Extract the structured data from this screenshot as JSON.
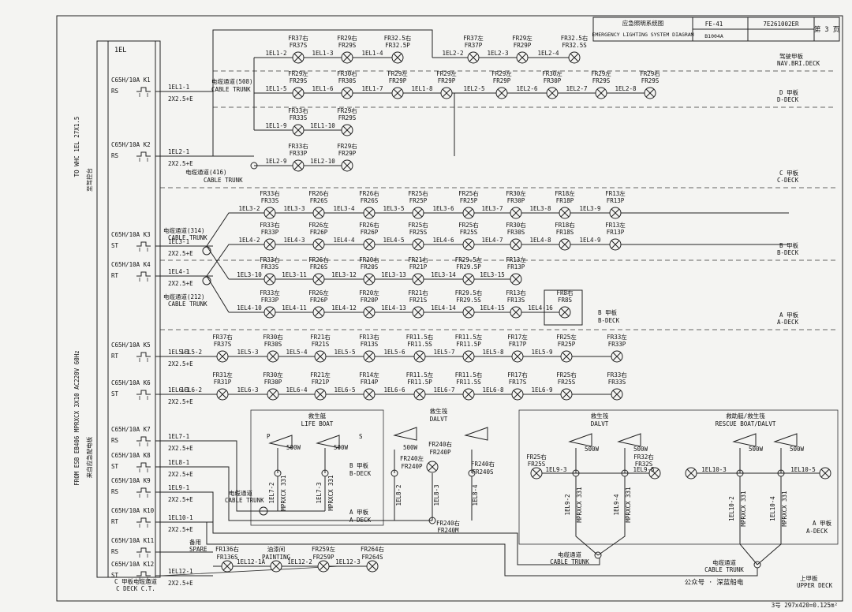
{
  "title_block": {
    "title_cn": "应急照明系统图",
    "title_en": "EMERGENCY LIGHTING SYSTEM DIAGRAM",
    "drawing_no": "FE-41",
    "doc_no": "7E261002ER",
    "sub_no": "B1004A",
    "page": "第 3 页",
    "sheet_note": "3号 297x420=0.125m²"
  },
  "panel": {
    "label": "1EL",
    "bus_label": "C 甲板电缆通道",
    "bus_label_en": "C DECK C.T."
  },
  "feeders": {
    "left_top": "TO WHC 1EL 27X1.5",
    "left_top_cn": "至驾控台",
    "left_bottom": "FROM ESB EB406 MPRXCX 3X10 AC220V 60Hz",
    "left_bottom_cn": "来自应急配电板"
  },
  "breakers": [
    {
      "rating": "C65H/10A",
      "id": "K1",
      "phase": "RS",
      "circuit": "1EL1-1",
      "cable": "2X2.5+E"
    },
    {
      "rating": "C65H/10A",
      "id": "K2",
      "phase": "RS",
      "circuit": "1EL2-1",
      "cable": "2X2.5+E"
    },
    {
      "rating": "C65H/10A",
      "id": "K3",
      "phase": "ST",
      "circuit": "1EL3-1",
      "cable": "2X2.5+E"
    },
    {
      "rating": "C65H/10A",
      "id": "K4",
      "phase": "RT",
      "circuit": "1EL4-1",
      "cable": "2X2.5+E"
    },
    {
      "rating": "C65H/10A",
      "id": "K5",
      "phase": "RT",
      "circuit": "1EL5-1",
      "cable": "2X2.5+E"
    },
    {
      "rating": "C65H/10A",
      "id": "K6",
      "phase": "ST",
      "circuit": "1EL6-1",
      "cable": "2X2.5+E"
    },
    {
      "rating": "C65H/10A",
      "id": "K7",
      "phase": "RS",
      "circuit": "1EL7-1",
      "cable": "2X2.5+E"
    },
    {
      "rating": "C65H/10A",
      "id": "K8",
      "phase": "ST",
      "circuit": "1EL8-1",
      "cable": "2X2.5+E"
    },
    {
      "rating": "C65H/10A",
      "id": "K9",
      "phase": "RS",
      "circuit": "1EL9-1",
      "cable": "2X2.5+E"
    },
    {
      "rating": "C65H/10A",
      "id": "K10",
      "phase": "RT",
      "circuit": "1EL10-1",
      "cable": "2X2.5+E"
    },
    {
      "rating": "C65H/10A",
      "id": "K11",
      "phase": "RS",
      "circuit": "",
      "cable": ""
    },
    {
      "rating": "C65H/10A",
      "id": "K12",
      "phase": "ST",
      "circuit": "1EL12-1",
      "cable": "2X2.5+E"
    }
  ],
  "deck_labels": [
    {
      "cn": "驾驶甲板",
      "en": "NAV.BRI.DECK"
    },
    {
      "cn": "D 甲板",
      "en": "D-DECK"
    },
    {
      "cn": "C 甲板",
      "en": "C-DECK"
    },
    {
      "cn": "B 甲板",
      "en": "B-DECK"
    },
    {
      "cn": "A 甲板",
      "en": "A-DECK"
    },
    {
      "cn": "B 甲板",
      "en": "B-DECK"
    },
    {
      "cn": "B 甲板",
      "en": "B-DECK"
    },
    {
      "cn": "A 甲板",
      "en": "A-DECK"
    },
    {
      "cn": "A 甲板",
      "en": "A-DECK"
    },
    {
      "cn": "上甲板",
      "en": "UPPER DECK"
    }
  ],
  "trunks": [
    {
      "cn": "电缆通道(508)",
      "en": "CABLE TRUNK"
    },
    {
      "cn": "电缆通道(416)",
      "en": "CABLE TRUNK"
    },
    {
      "cn": "电缆通道(314)",
      "en": "CABLE TRUNK"
    },
    {
      "cn": "电缆通道(212)",
      "en": "CABLE TRUNK"
    },
    {
      "cn": "电缆通道",
      "en": "CABLE TRUNK"
    },
    {
      "cn": "电缆通道",
      "en": "CABLE TRUNK"
    },
    {
      "cn": "电缆通道",
      "en": "CABLE TRUNK"
    }
  ],
  "lamp_rows": [
    {
      "lamps": [
        [
          "FR37右",
          "FR37S"
        ],
        [
          "FR29右",
          "FR29S"
        ],
        [
          "FR32.5右",
          "FR32.5P"
        ],
        [
          "FR37左",
          "FR37P"
        ],
        [
          "FR29左",
          "FR29P"
        ],
        [
          "FR32.5右",
          "FR32.5S"
        ]
      ],
      "segs": [
        "1EL1-2",
        "1EL1-3",
        "1EL1-4",
        "1EL2-2",
        "1EL2-3",
        "1EL2-4"
      ]
    },
    {
      "lamps": [
        [
          "FR29左",
          "FR29S"
        ],
        [
          "FR30右",
          "FR30S"
        ],
        [
          "FR29左",
          "FR29P"
        ],
        [
          "FR29左",
          "FR29P"
        ],
        [
          "FR29左",
          "FR29P"
        ],
        [
          "FR30左",
          "FR30P"
        ],
        [
          "FR29左",
          "FR29S"
        ],
        [
          "FR29右",
          "FR29S"
        ]
      ],
      "segs": [
        "1EL1-5",
        "1EL1-6",
        "1EL1-7",
        "1EL1-8",
        "1EL2-5",
        "1EL2-6",
        "1EL2-7",
        "1EL2-8"
      ]
    },
    {
      "lamps": [
        [
          "FR33右",
          "FR33S"
        ],
        [
          "FR29右",
          "FR29S"
        ]
      ],
      "segs": [
        "1EL1-9",
        "1EL1-10"
      ]
    },
    {
      "lamps": [
        [
          "FR33右",
          "FR33P"
        ],
        [
          "FR29右",
          "FR29P"
        ]
      ],
      "segs": [
        "1EL2-9",
        "1EL2-10"
      ]
    },
    {
      "lamps": [
        [
          "FR33右",
          "FR33S"
        ],
        [
          "FR26右",
          "FR26S"
        ],
        [
          "FR26右",
          "FR26S"
        ],
        [
          "FR25右",
          "FR25P"
        ],
        [
          "FR25右",
          "FR25P"
        ],
        [
          "FR30左",
          "FR30P"
        ],
        [
          "FR18左",
          "FR18P"
        ],
        [
          "FR13左",
          "FR13P"
        ]
      ],
      "segs": [
        "1EL3-2",
        "1EL3-3",
        "1EL3-4",
        "1EL3-5",
        "1EL3-6",
        "1EL3-7",
        "1EL3-8",
        "1EL3-9"
      ]
    },
    {
      "lamps": [
        [
          "FR33右",
          "FR33P"
        ],
        [
          "FR26左",
          "FR26P"
        ],
        [
          "FR26右",
          "FR26P"
        ],
        [
          "FR25右",
          "FR25S"
        ],
        [
          "FR25右",
          "FR25S"
        ],
        [
          "FR30右",
          "FR30S"
        ],
        [
          "FR18右",
          "FR18S"
        ],
        [
          "FR13左",
          "FR13P"
        ]
      ],
      "segs": [
        "1EL4-2",
        "1EL4-3",
        "1EL4-4",
        "1EL4-5",
        "1EL4-6",
        "1EL4-7",
        "1EL4-8",
        "1EL4-9"
      ]
    },
    {
      "lamps": [
        [
          "FR33右",
          "FR33S"
        ],
        [
          "FR26右",
          "FR26S"
        ],
        [
          "FR20右",
          "FR20S"
        ],
        [
          "FR21右",
          "FR21P"
        ],
        [
          "FR29.5左",
          "FR29.5P"
        ],
        [
          "FR13左",
          "FR13P"
        ]
      ],
      "segs": [
        "1EL3-10",
        "1EL3-11",
        "1EL3-12",
        "1EL3-13",
        "1EL3-14",
        "1EL3-15"
      ]
    },
    {
      "lamps": [
        [
          "FR33左",
          "FR33P"
        ],
        [
          "FR26左",
          "FR26P"
        ],
        [
          "FR20左",
          "FR20P"
        ],
        [
          "FR21右",
          "FR21S"
        ],
        [
          "FR29.5右",
          "FR29.5S"
        ],
        [
          "FR13右",
          "FR13S"
        ],
        [
          "FR8右",
          "FR8S"
        ]
      ],
      "segs": [
        "1EL4-10",
        "1EL4-11",
        "1EL4-12",
        "1EL4-13",
        "1EL4-14",
        "1EL4-15",
        "1EL4-16"
      ]
    },
    {
      "lamps": [
        [
          "FR37右",
          "FR37S"
        ],
        [
          "FR30右",
          "FR30S"
        ],
        [
          "FR21右",
          "FR21S"
        ],
        [
          "FR13右",
          "FR13S"
        ],
        [
          "FR11.5右",
          "FR11.5S"
        ],
        [
          "FR11.5左",
          "FR11.5P"
        ],
        [
          "FR17左",
          "FR17P"
        ],
        [
          "FR25左",
          "FR25P"
        ],
        [
          "FR33左",
          "FR33P"
        ]
      ],
      "segs": [
        "1EL5-2",
        "1EL5-3",
        "1EL5-4",
        "1EL5-5",
        "1EL5-6",
        "1EL5-7",
        "1EL5-8",
        "1EL5-9"
      ]
    },
    {
      "lamps": [
        [
          "FR31左",
          "FR31P"
        ],
        [
          "FR30左",
          "FR30P"
        ],
        [
          "FR21左",
          "FR21P"
        ],
        [
          "FR14左",
          "FR14P"
        ],
        [
          "FR11.5左",
          "FR11.5P"
        ],
        [
          "FR11.5右",
          "FR11.5S"
        ],
        [
          "FR17右",
          "FR17S"
        ],
        [
          "FR25右",
          "FR25S"
        ],
        [
          "FR33右",
          "FR33S"
        ]
      ],
      "segs": [
        "1EL6-2",
        "1EL6-3",
        "1EL6-4",
        "1EL6-5",
        "1EL6-6",
        "1EL6-7",
        "1EL6-8",
        "1EL6-9"
      ]
    }
  ],
  "lower": {
    "lifeboat": {
      "cn": "救生艇",
      "en": "LIFE BOAT",
      "p": "P",
      "s": "S",
      "w1": "500W",
      "w2": "500W"
    },
    "dalvt1": {
      "cn": "救生筏",
      "en": "DALVT",
      "w1": "500W",
      "l1": [
        "FR240右",
        "FR240P"
      ],
      "l2": [
        "FR240左",
        "FR240P"
      ],
      "l3": [
        "FR240右",
        "FR240S"
      ],
      "node": [
        "FR240右",
        "FR240M"
      ]
    },
    "dalvt2": {
      "cn": "救生筏",
      "en": "DALVT",
      "w1": "500W",
      "w2": "500W",
      "l1": [
        "FR25右",
        "FR25S"
      ],
      "l2": [
        "FR32右",
        "FR32S"
      ],
      "s1": "1EL9-3",
      "s2": "1EL9-5"
    },
    "rescue": {
      "cn": "救助艇/救生筏",
      "en": "RESCUE BOAT/DALVT",
      "w1": "500W",
      "w2": "500W",
      "s1": "1EL10-3",
      "s2": "1EL10-5"
    },
    "vert": [
      "1EL7-2",
      "1EL7-3",
      "MPRXCX 331",
      "MPRXCX 331",
      "1EL8-2",
      "1EL8-3",
      "1EL8-4",
      "1EL9-2",
      "1EL9-4",
      "1EL10-2",
      "1EL10-4"
    ],
    "spare": {
      "cn": "备用",
      "en": "SPARE"
    },
    "paint": {
      "cn": "油漆间",
      "en": "PAINTING"
    },
    "k12": {
      "lamps": [
        [
          "FR136右",
          "FR136S"
        ],
        [
          "FR259左",
          "FR259P"
        ],
        [
          "FR264右",
          "FR264S"
        ]
      ],
      "segs": [
        "1EL12-1A",
        "1EL12-2",
        "1EL12-3"
      ]
    }
  },
  "watermark": "公众号 · 深蓝船电"
}
